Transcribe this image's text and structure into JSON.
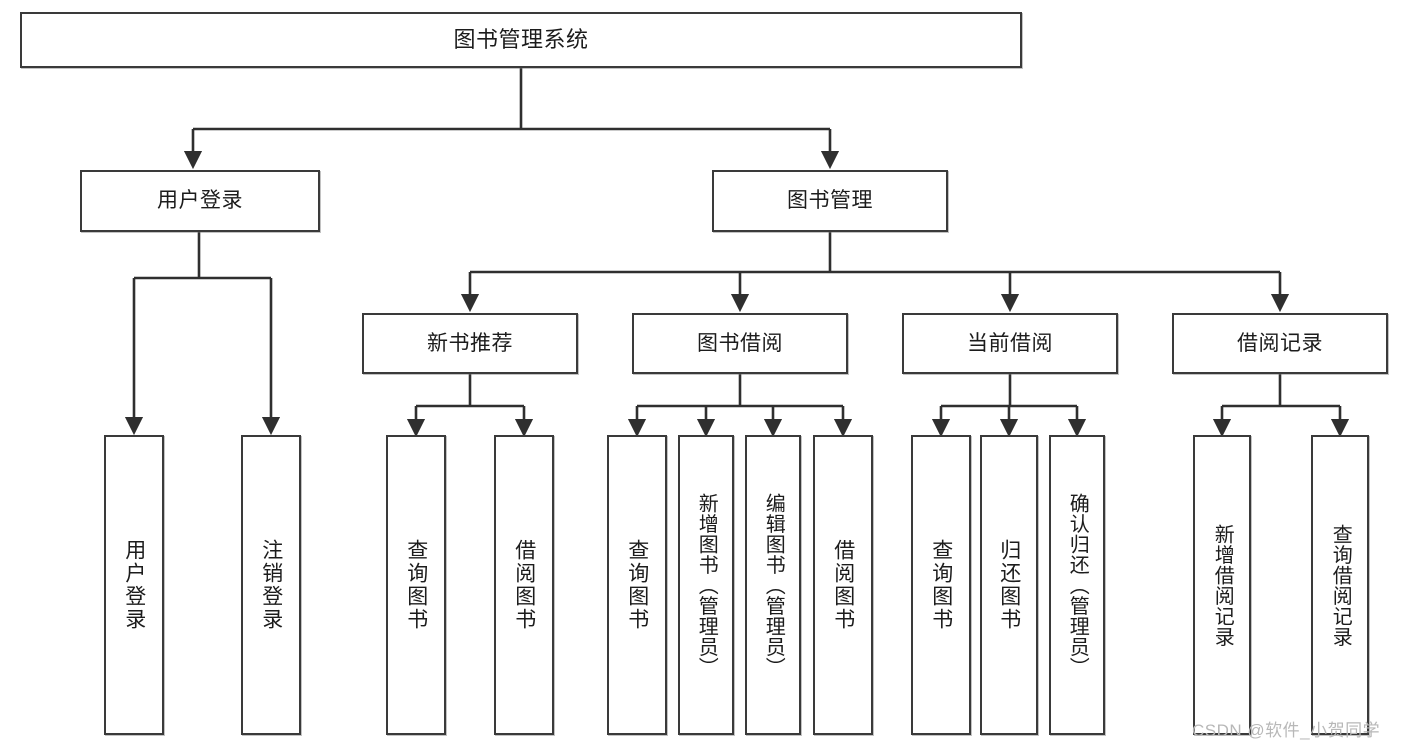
{
  "diagram": {
    "type": "tree",
    "title": "图书管理系统",
    "orientation": "top-down",
    "colors": {
      "box_border": "#3a3a3a",
      "box_fill": "#ffffff",
      "connector": "#2f2f2f",
      "text": "#1c1c1c",
      "watermark": "#b8b8b8"
    },
    "root": {
      "label": "图书管理系统"
    },
    "level2": [
      {
        "label": "用户登录"
      },
      {
        "label": "图书管理"
      }
    ],
    "level3": [
      {
        "label": "新书推荐"
      },
      {
        "label": "图书借阅"
      },
      {
        "label": "当前借阅"
      },
      {
        "label": "借阅记录"
      }
    ],
    "leaves": {
      "user_login": [
        {
          "label": "用户登录"
        },
        {
          "label": "注销登录"
        }
      ],
      "new_book": [
        {
          "label": "查询图书"
        },
        {
          "label": "借阅图书"
        }
      ],
      "book_borrow": [
        {
          "label": "查询图书"
        },
        {
          "label": "新增图书（管理员）"
        },
        {
          "label": "编辑图书（管理员）"
        },
        {
          "label": "借阅图书"
        }
      ],
      "current_borrow": [
        {
          "label": "查询图书"
        },
        {
          "label": "归还图书"
        },
        {
          "label": "确认归还（管理员）"
        }
      ],
      "borrow_record": [
        {
          "label": "新增借阅记录"
        },
        {
          "label": "查询借阅记录"
        }
      ]
    }
  },
  "watermark": {
    "text": "CSDN @软件_小贺同学"
  }
}
